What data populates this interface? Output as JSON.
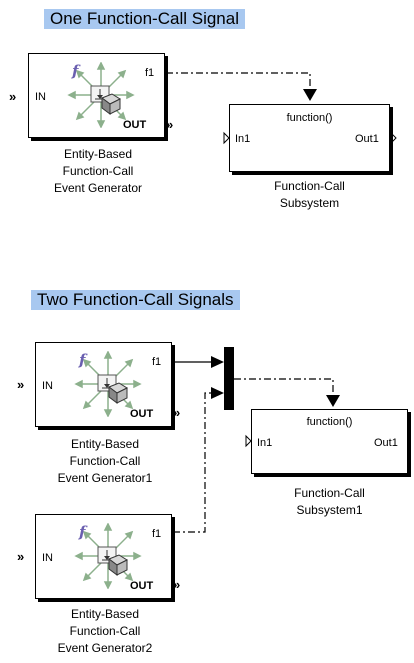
{
  "sections": {
    "one": {
      "title": "One Function-Call Signal"
    },
    "two": {
      "title": "Two Function-Call Signals"
    }
  },
  "blocks": {
    "gen1": {
      "in_label": "IN",
      "out_label": "OUT",
      "f1_label": "f1",
      "caption": [
        "Entity-Based",
        "Function-Call",
        "Event Generator"
      ]
    },
    "sub1": {
      "func_label": "function()",
      "in_label": "In1",
      "out_label": "Out1",
      "caption": [
        "Function-Call",
        "Subsystem"
      ]
    },
    "gen2": {
      "in_label": "IN",
      "out_label": "OUT",
      "f1_label": "f1",
      "caption": [
        "Entity-Based",
        "Function-Call",
        "Event Generator1"
      ]
    },
    "gen3": {
      "in_label": "IN",
      "out_label": "OUT",
      "f1_label": "f1",
      "caption": [
        "Entity-Based",
        "Function-Call",
        "Event Generator2"
      ]
    },
    "sub2": {
      "func_label": "function()",
      "in_label": "In1",
      "out_label": "Out1",
      "caption": [
        "Function-Call",
        "Subsystem1"
      ]
    }
  },
  "icons": {
    "generator": "event-generator-icon",
    "mux": "mux-icon",
    "entity_port": "entity-port-chevron-icon"
  },
  "colors": {
    "title_bg": "#a8c8f0",
    "f_letter": "#6a5fb0",
    "arrows": "#8cb08c"
  }
}
